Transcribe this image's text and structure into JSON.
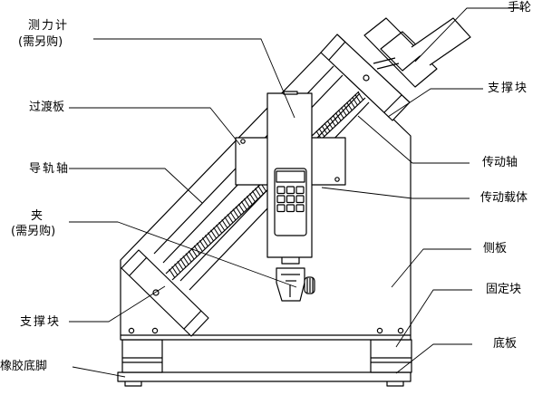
{
  "diagram": {
    "labels": {
      "dynamometer_line1": "测力计",
      "dynamometer_line2": "(需另购)",
      "adapter_plate": "过渡板",
      "guide_shaft": "导轨轴",
      "clamp_line1": "夹",
      "clamp_line2": "(需另购)",
      "support_block_left": "支撑块",
      "rubber_foot": "橡胶底脚",
      "handwheel": "手轮",
      "support_block_right": "支撑块",
      "drive_shaft": "传动轴",
      "drive_carrier": "传动载体",
      "side_plate": "侧板",
      "fixing_block": "固定块",
      "base_plate": "底板"
    }
  }
}
